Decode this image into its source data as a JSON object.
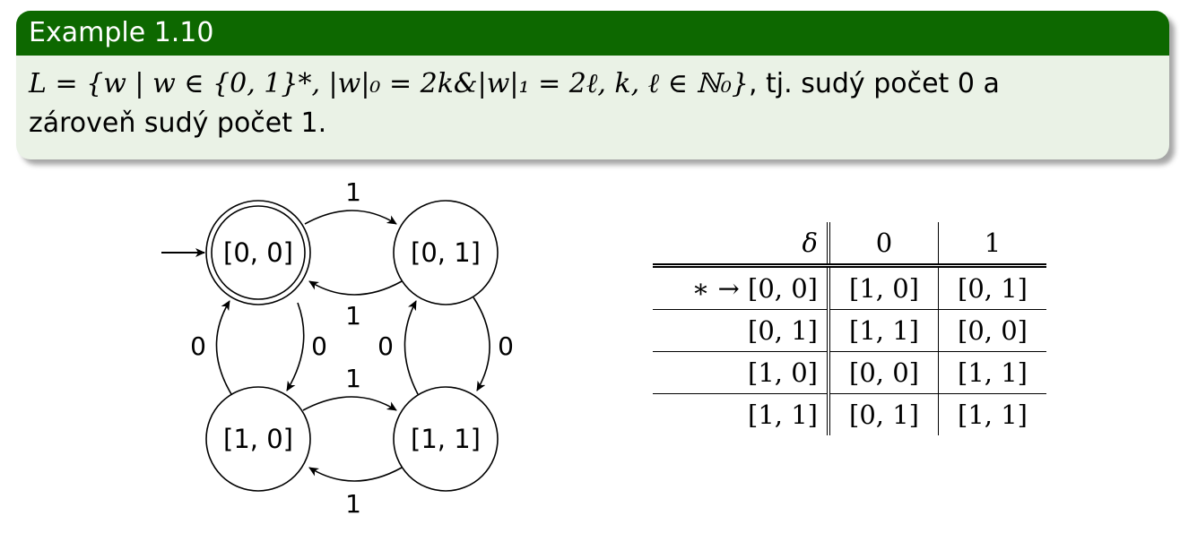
{
  "block": {
    "title": "Example 1.10",
    "definition_math": "L = {w | w ∈ {0, 1}*, |w|₀ = 2k&|w|₁ = 2ℓ, k, ℓ ∈ ℕ₀}",
    "definition_text_line1": ", tj. sudý počet 0 a",
    "definition_text_line2": "zároveň sudý počet 1."
  },
  "automaton": {
    "states": [
      {
        "id": "s00",
        "label": "[0, 0]",
        "accepting": true,
        "initial": true
      },
      {
        "id": "s01",
        "label": "[0, 1]",
        "accepting": false,
        "initial": false
      },
      {
        "id": "s10",
        "label": "[1, 0]",
        "accepting": false,
        "initial": false
      },
      {
        "id": "s11",
        "label": "[1, 1]",
        "accepting": false,
        "initial": false
      }
    ],
    "transitions": [
      {
        "from": "[0, 0]",
        "to": "[0, 1]",
        "label": "1"
      },
      {
        "from": "[0, 1]",
        "to": "[0, 0]",
        "label": "1"
      },
      {
        "from": "[0, 0]",
        "to": "[1, 0]",
        "label": "0"
      },
      {
        "from": "[1, 0]",
        "to": "[0, 0]",
        "label": "0"
      },
      {
        "from": "[0, 1]",
        "to": "[1, 1]",
        "label": "0"
      },
      {
        "from": "[1, 1]",
        "to": "[0, 1]",
        "label": "0"
      },
      {
        "from": "[1, 0]",
        "to": "[1, 1]",
        "label": "1"
      },
      {
        "from": "[1, 1]",
        "to": "[1, 0]",
        "label": "1"
      }
    ]
  },
  "table": {
    "header": {
      "symbol": "δ",
      "col0": "0",
      "col1": "1"
    },
    "rows": [
      {
        "state": "∗ → [0, 0]",
        "on0": "[1, 0]",
        "on1": "[0, 1]"
      },
      {
        "state": "[0, 1]",
        "on0": "[1, 1]",
        "on1": "[0, 0]"
      },
      {
        "state": "[1, 0]",
        "on0": "[0, 0]",
        "on1": "[1, 1]"
      },
      {
        "state": "[1, 1]",
        "on0": "[0, 1]",
        "on1": "[1, 1]"
      }
    ]
  }
}
